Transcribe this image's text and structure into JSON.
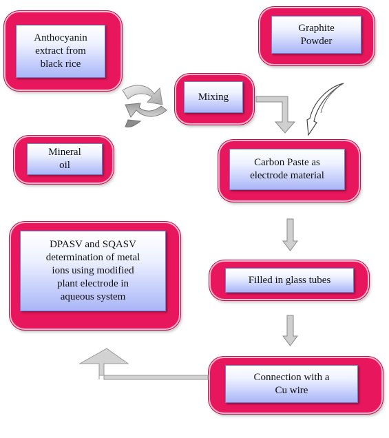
{
  "nodes": {
    "anthocyanin": "Anthocyanin\nextract from\nblack rice",
    "graphite": "Graphite\nPowder",
    "mixing": "Mixing",
    "mineral_oil": "Mineral\noil",
    "carbon_paste": "Carbon Paste as\nelectrode material",
    "dpasv": "DPASV and SQASV\ndetermination of metal\nions using modified\nplant electrode in\naqueous system",
    "filled": "Filled in glass tubes",
    "connection": "Connection with a\nCu wire"
  },
  "colors": {
    "frame": "#e8175d",
    "box_top": "#ffffff",
    "box_bottom": "#a9b5f6",
    "arrow": "#c9c9c9"
  }
}
